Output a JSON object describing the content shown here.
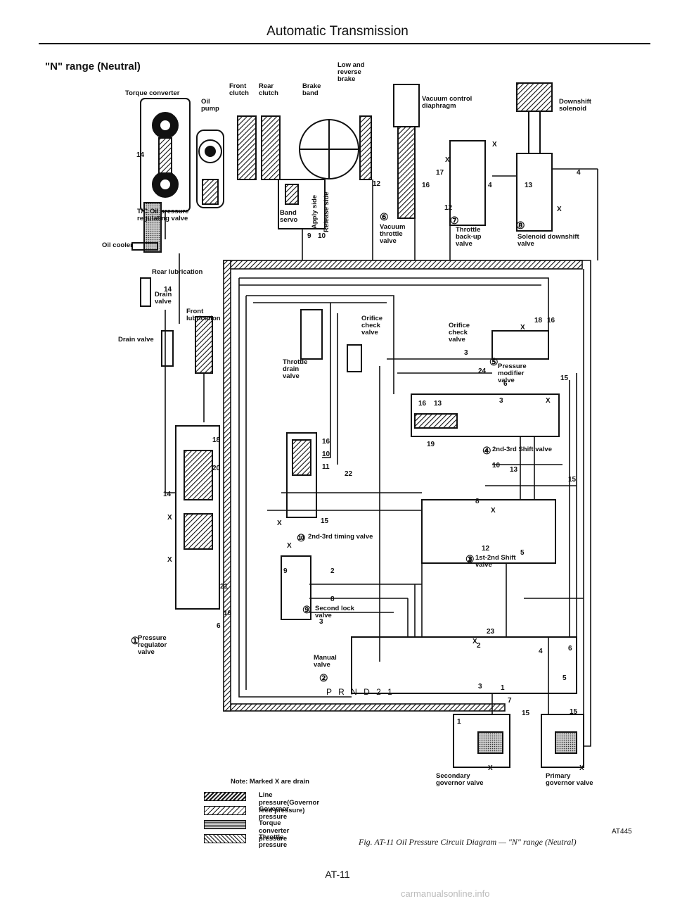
{
  "header": {
    "title": "Automatic Transmission",
    "subtitle": "\"N\" range (Neutral)"
  },
  "labels": {
    "torque_converter": "Torque converter",
    "oil_pump": "Oil pump",
    "front_clutch": "Front clutch",
    "rear_clutch": "Rear clutch",
    "brake_band": "Brake band",
    "low_reverse_brake": "Low and reverse brake",
    "vacuum_diaphragm": "Vacuum control diaphragm",
    "downshift_solenoid": "Downshift solenoid",
    "tc_valve": "T/C Oil pressure regulating valve",
    "oil_cooler": "Oil cooler",
    "rear_lub": "Rear lubrication",
    "drain_valve_small": "Drain valve",
    "front_lub": "Front lubrication",
    "drain_valve": "Drain valve",
    "band_servo": "Band servo",
    "apply_side": "Apply side",
    "release_side": "Release side",
    "vacuum_throttle": "Vacuum throttle valve",
    "throttle_backup": "Throttle back-up valve",
    "solenoid_downshift": "Solenoid downshift valve",
    "throttle_drain": "Throttle drain valve",
    "orifice_check_1": "Orifice check valve",
    "orifice_check_2": "Orifice check valve",
    "pressure_modifier": "Pressure modifier valve",
    "shift_23": "2nd-3rd Shift valve",
    "timing_23": "2nd-3rd timing valve",
    "shift_12": "1st-2nd Shift valve",
    "second_lock": "Second lock valve",
    "pressure_regulator": "Pressure regulator valve",
    "manual_valve": "Manual valve",
    "prnd": "P R N D 2 1",
    "secondary_gov": "Secondary governor valve",
    "primary_gov": "Primary governor valve"
  },
  "numbers": {
    "n1": "14",
    "n2": "14",
    "n3": "14",
    "n4": "12",
    "n5": "9",
    "n6": "10",
    "n7": "17",
    "n8": "16",
    "n9": "12",
    "n10": "4",
    "n11": "13",
    "n12": "4",
    "n13": "18",
    "n14": "16",
    "n15": "3",
    "n16": "24",
    "n17": "15",
    "n18": "6",
    "n19": "16",
    "n20": "13",
    "n21": "3",
    "n22": "19",
    "n23": "10",
    "n24": "13",
    "n25": "15",
    "n26": "16",
    "n27": "10",
    "n28": "11",
    "n29": "22",
    "n30": "15",
    "n31": "8",
    "n32": "12",
    "n33": "1",
    "n34": "5",
    "n35": "9",
    "n36": "2",
    "n37": "8",
    "n38": "3",
    "n39": "21",
    "n40": "16",
    "n41": "6",
    "n42": "18",
    "n43": "20",
    "n44": "23",
    "n45": "2",
    "n46": "4",
    "n47": "6",
    "n48": "3",
    "n49": "1",
    "n50": "5",
    "n51": "7",
    "n52": "15",
    "n53": "15",
    "n54": "1"
  },
  "marks": {
    "x1": "X",
    "x2": "X",
    "x3": "X",
    "x4": "X",
    "x5": "X",
    "x6": "X",
    "x7": "X",
    "x8": "X",
    "x9": "X",
    "x10": "X",
    "x11": "X",
    "x12": "X",
    "x13": "X"
  },
  "circled": {
    "c1": "①",
    "c2": "②",
    "c3": "③",
    "c4": "④",
    "c5": "⑤",
    "c6": "⑥",
    "c7": "⑦",
    "c8": "⑧",
    "c9": "⑨",
    "c10": "⑩"
  },
  "legend": {
    "note": "Note: Marked X are drain",
    "items": [
      {
        "text": "Line pressure(Governor feed pressure)"
      },
      {
        "text": "Governor pressure"
      },
      {
        "text": "Torque converter pressure"
      },
      {
        "text": "Throttle pressure"
      }
    ]
  },
  "footer": {
    "code": "AT445",
    "caption": "Fig. AT-11  Oil Pressure Circuit Diagram — \"N\" range (Neutral)",
    "page": "AT-11",
    "watermark": "carmanualsonline.info"
  }
}
